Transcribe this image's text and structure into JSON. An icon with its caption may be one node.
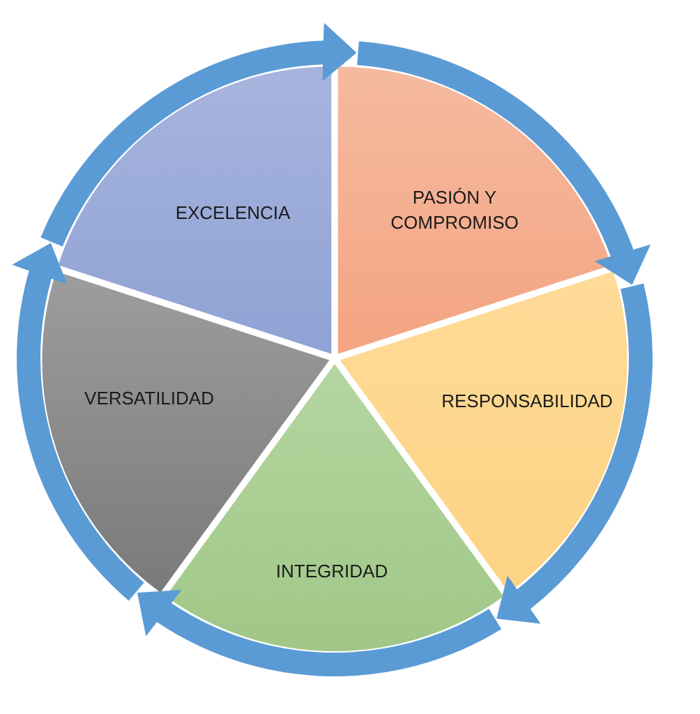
{
  "diagram": {
    "nodes": [
      {
        "text": [
          "PASIÓN Y COMPROMISO"
        ]
      },
      {
        "text": [
          "RESPONSABILIDAD"
        ]
      },
      {
        "text": [
          "INTEGRIDAD"
        ]
      },
      {
        "text": [
          "VERSATILIDAD"
        ]
      },
      {
        "text": [
          "EXCELENCIA"
        ]
      }
    ],
    "edges": [
      {
        "from": 0,
        "to": 1,
        "arrow": "to"
      },
      {
        "from": 1,
        "to": 2,
        "arrow": "to"
      },
      {
        "from": 2,
        "to": 3,
        "arrow": "to"
      },
      {
        "from": 3,
        "to": 4,
        "arrow": "to"
      },
      {
        "from": 4,
        "to": 0,
        "arrow": "to"
      }
    ]
  }
}
